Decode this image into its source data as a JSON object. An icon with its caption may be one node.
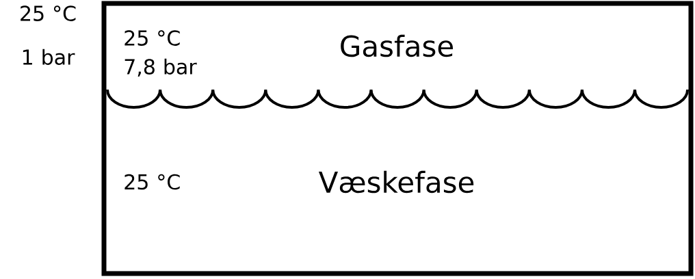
{
  "diagram": {
    "nodes": [
      {
        "text": [],
        "shape": "box"
      },
      {
        "text": [
          "25 °C 7,8 bar",
          "Gasfase"
        ],
        "in": 0
      },
      {
        "text": [
          "25 °C",
          "Væskefase"
        ],
        "in": 0
      }
    ],
    "labels": [
      "25 °C 1 bar"
    ]
  }
}
